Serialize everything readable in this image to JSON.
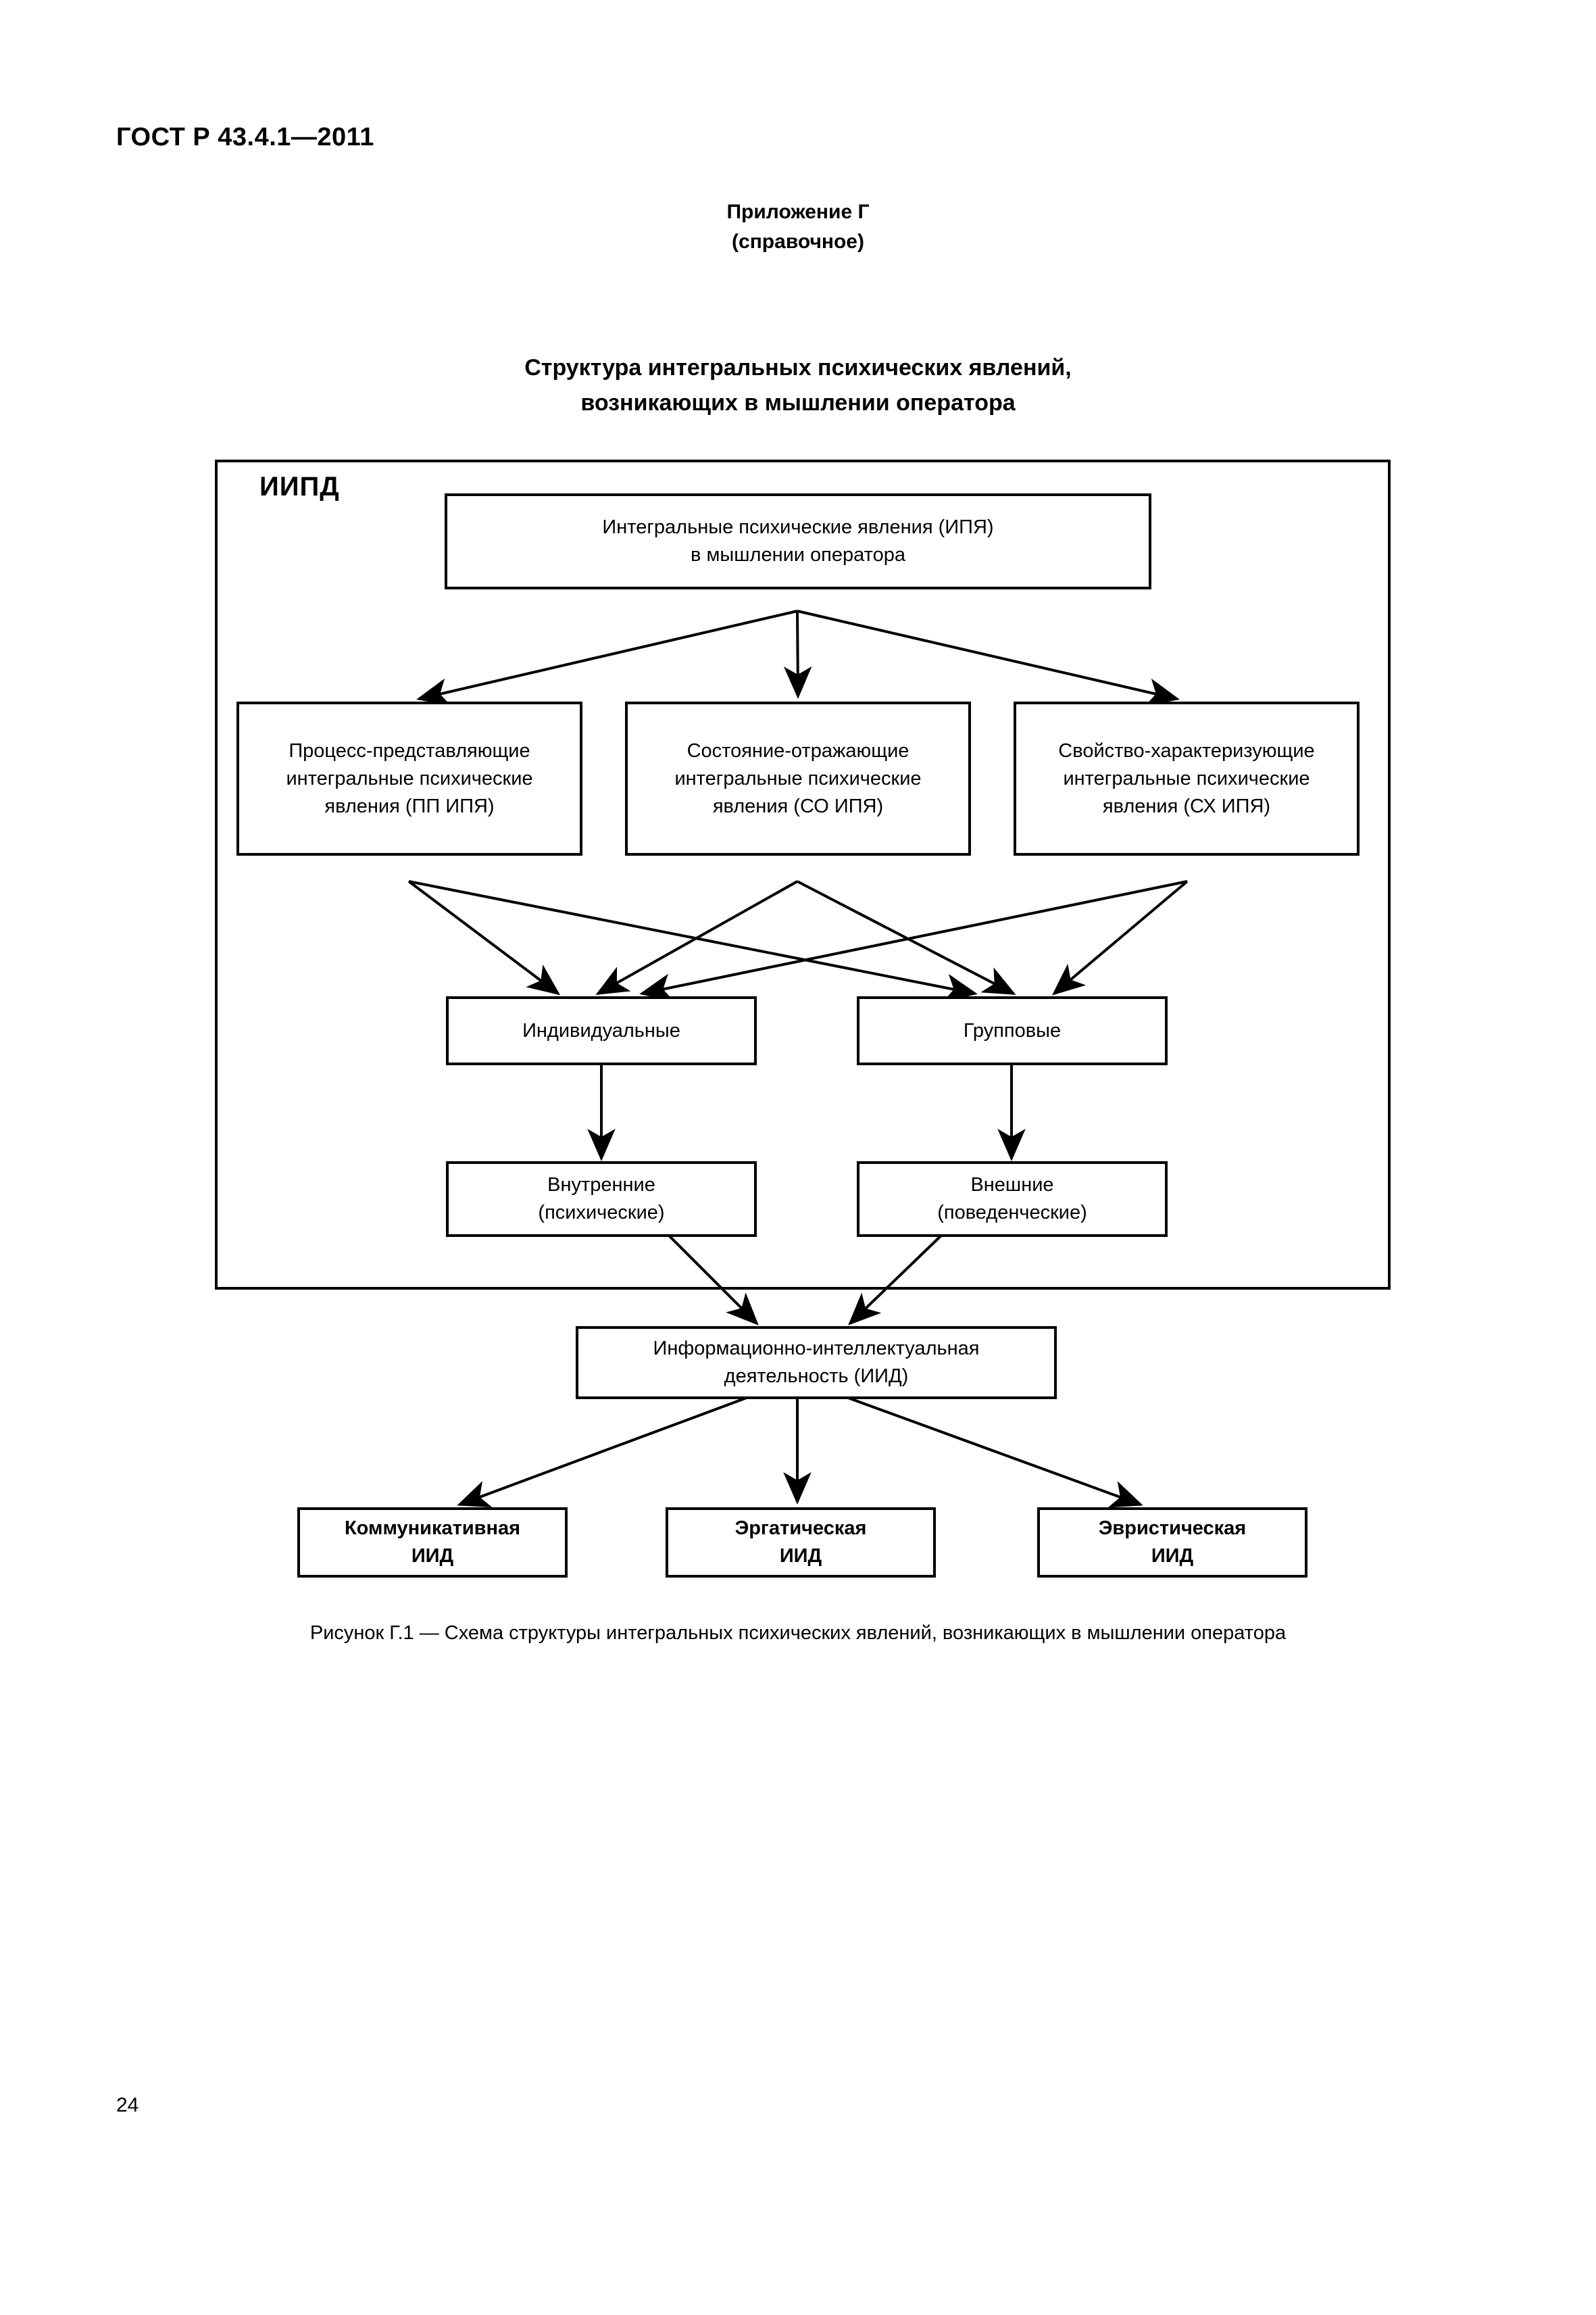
{
  "document": {
    "running_head": "ГОСТ Р 43.4.1—2011",
    "page_number": "24"
  },
  "appendix": {
    "title": "Приложение Г",
    "subtitle": "(справочное)"
  },
  "figure": {
    "title_line1": "Структура интегральных психических явлений,",
    "title_line2": "возникающих в мышлении оператора",
    "caption": "Рисунок Г.1 — Схема структуры интегральных психических явлений, возникающих  в  мышлении оператора"
  },
  "diagram": {
    "frame_label": "ИИПД",
    "line_color": "#000000",
    "fill_color": "#ffffff",
    "nodes": {
      "root": {
        "line1": "Интегральные психические явления (ИПЯ)",
        "line2": "в мышлении оператора"
      },
      "pp_ipya": {
        "line1": "Процесс-представляющие",
        "line2": "интегральные психические",
        "line3": "явления (ПП ИПЯ)"
      },
      "so_ipya": {
        "line1": "Состояние-отражающие",
        "line2": "интегральные психические",
        "line3": "явления (СО ИПЯ)"
      },
      "sh_ipya": {
        "line1": "Свойство-характеризующие",
        "line2": "интегральные психические",
        "line3": "явления (СХ ИПЯ)"
      },
      "individual": {
        "line1": "Индивидуальные"
      },
      "group": {
        "line1": "Групповые"
      },
      "internal": {
        "line1": "Внутренние",
        "line2": "(психические)"
      },
      "external": {
        "line1": "Внешние",
        "line2": "(поведенческие)"
      },
      "iid": {
        "line1": "Информационно-интеллектуальная",
        "line2": "деятельность (ИИД)"
      },
      "iid_comm": {
        "line1": "Коммуникативная",
        "line2": "ИИД"
      },
      "iid_erg": {
        "line1": "Эргатическая",
        "line2": "ИИД"
      },
      "iid_heur": {
        "line1": "Эвристическая",
        "line2": "ИИД"
      }
    }
  }
}
